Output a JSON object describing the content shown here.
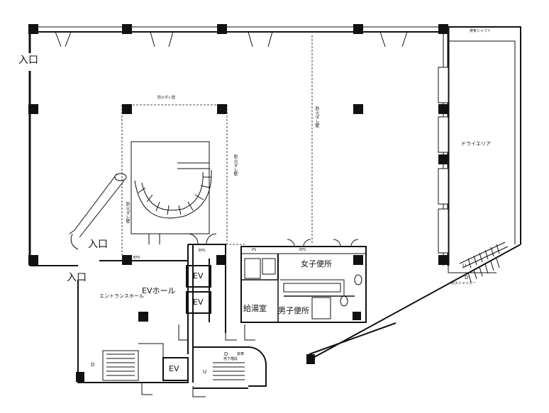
{
  "labels": {
    "entrance_top": "入口",
    "entrance_mid": "入口",
    "entrance_lower": "入口",
    "ev_hall": "EVホール",
    "entrance_hall": "エントランスホール",
    "ev1": "EV",
    "ev2": "EV",
    "ev3": "EV",
    "womens_wc": "女子便所",
    "mens_wc": "男子便所",
    "kitchenette": "給湯室",
    "dry_area": "ドライエリア",
    "exhaust_shaft": "排気シャフト",
    "eps1": "EPS",
    "eps2": "EPS",
    "eps3": "EPS",
    "ps": "PS",
    "fire_shutter": "防火シャッター",
    "storage": "倉庫",
    "basement_entry": "地下階段",
    "stair_up": "U",
    "stair_down": "D",
    "stair_up2": "U",
    "stair_down2": "D",
    "stair_down3": "D",
    "shutter_top": "防火ダレ壁",
    "shutter_right": "防火ダレ壁",
    "shutter_center": "防火ダレ壁",
    "shutter_left": "防火ダレ壁"
  },
  "icons": {
    "door": "door-swing-icon",
    "column": "column-icon",
    "stair": "stair-icon"
  }
}
